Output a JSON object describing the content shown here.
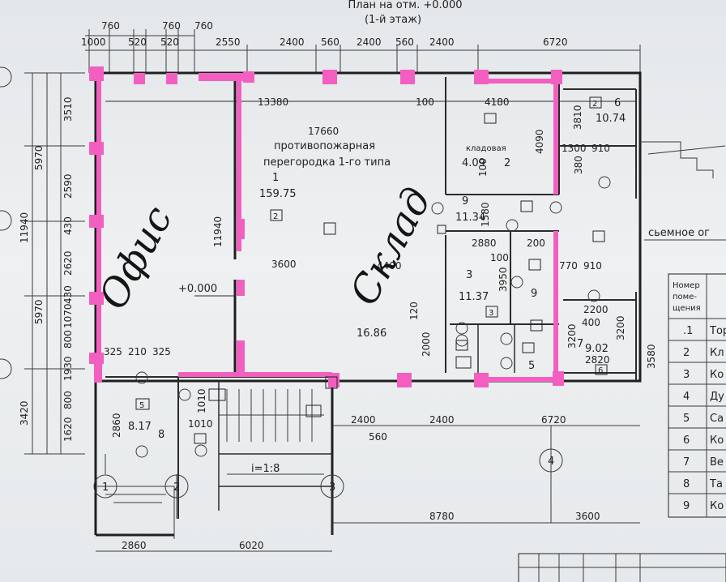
{
  "title": {
    "line1": "План на отм. +0.000",
    "line2": "(1-й этаж)"
  },
  "top_dims_row1": [
    "760",
    "760",
    "760"
  ],
  "top_dims_row2": [
    "1000",
    "520",
    "520",
    "2550",
    "2400",
    "560",
    "2400",
    "560",
    "2400",
    "6720"
  ],
  "left_dims": [
    "3510",
    "5970",
    "2590",
    "11940",
    "430",
    "2620",
    "5970",
    "430",
    "1070",
    "800",
    "1930",
    "3420",
    "800",
    "1620",
    "2860"
  ],
  "rooms": {
    "r1": {
      "num": "1",
      "area": "159.75",
      "tag": "2"
    },
    "r2": {
      "num": "2",
      "name": "кладовая",
      "area": "4.09"
    },
    "r3": {
      "num": "3",
      "area": "11.37",
      "tag": "3"
    },
    "r6": {
      "num": "6",
      "area": "10.74",
      "tag": "2"
    },
    "r7": {
      "num": "7",
      "area": "9.02",
      "tag": "6"
    },
    "r8": {
      "num": "8",
      "area": "8.17",
      "tag": "5"
    },
    "r9a": {
      "num": "9",
      "area": "11.34"
    },
    "r9b": {
      "num": "9"
    },
    "corridor": {
      "area": "16.86"
    },
    "r5": {
      "num": "5"
    }
  },
  "annotations": {
    "fire_wall_1": "противопожарная",
    "fire_wall_2": "перегородка 1-го типа",
    "removable": "сьемное ог",
    "elevation": "+0.000",
    "slope": "i=1:8",
    "hand_office": "Офис",
    "hand_warehouse": "Склад"
  },
  "inner_dims": [
    "13380",
    "100",
    "4180",
    "17660",
    "3810",
    "4090",
    "1300",
    "910",
    "380",
    "100",
    "1580",
    "11940",
    "3600",
    "4400",
    "2880",
    "100",
    "200",
    "3950",
    "770",
    "910",
    "2200",
    "400",
    "3200",
    "3200",
    "2820",
    "3580",
    "120",
    "2000",
    "325",
    "210",
    "325",
    "1010",
    "1010",
    "2860"
  ],
  "bottom_dims": [
    "2400",
    "2400",
    "6720",
    "560",
    "8780",
    "3600",
    "2860",
    "6020"
  ],
  "axes": [
    "1",
    "2",
    "3",
    "4"
  ],
  "side_table": {
    "header": [
      "Номер",
      "поме-",
      "щения"
    ],
    "rows": [
      {
        "num": ".1",
        "name": "Тор"
      },
      {
        "num": "2",
        "name": "Кл"
      },
      {
        "num": "3",
        "name": "Ко"
      },
      {
        "num": "4",
        "name": "Ду"
      },
      {
        "num": "5",
        "name": "Са"
      },
      {
        "num": "6",
        "name": "Ко"
      },
      {
        "num": "7",
        "name": "Ве"
      },
      {
        "num": "8",
        "name": "Та"
      },
      {
        "num": "9",
        "name": "Ко"
      }
    ]
  },
  "colors": {
    "highlight": "#f35fc0",
    "ink": "#222222",
    "paper": "#e9ecee"
  }
}
